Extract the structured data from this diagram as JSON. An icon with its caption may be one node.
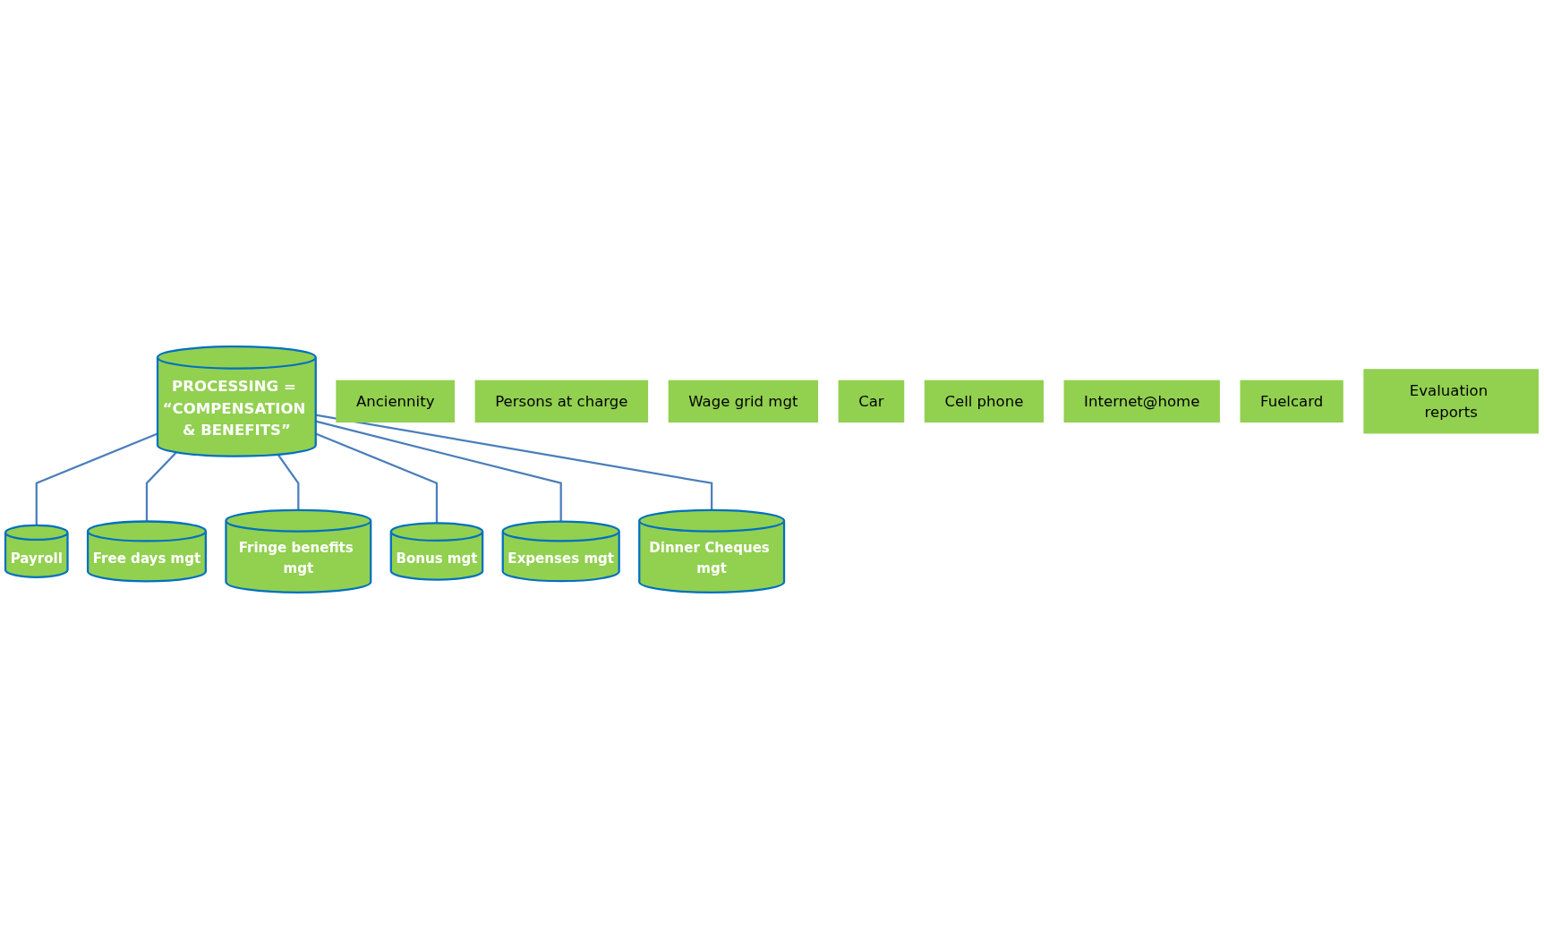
{
  "diagram": {
    "nodes": [
      {
        "text": [
          "PROCESSING = “COMPENSATION & BENEFITS”"
        ]
      },
      {
        "text": [
          "Payroll"
        ]
      },
      {
        "text": [
          "Free days mgt"
        ]
      },
      {
        "text": [
          "Fringe benefits mgt"
        ]
      },
      {
        "text": [
          "Bonus mgt"
        ]
      },
      {
        "text": [
          "Expenses mgt"
        ]
      },
      {
        "text": [
          "Dinner Cheques mgt"
        ]
      },
      {
        "text": [
          "Anciennity"
        ]
      },
      {
        "text": [
          "Persons at charge"
        ]
      },
      {
        "text": [
          "Wage grid mgt"
        ]
      },
      {
        "text": [
          "Car"
        ]
      },
      {
        "text": [
          "Cell phone"
        ]
      },
      {
        "text": [
          "Internet@home"
        ]
      },
      {
        "text": [
          "Fuelcard"
        ]
      },
      {
        "text": [
          "Evaluation reports"
        ]
      }
    ],
    "edges": [
      {
        "from": 0,
        "to": 1,
        "arrow": "none"
      },
      {
        "from": 0,
        "to": 2,
        "arrow": "none"
      },
      {
        "from": 0,
        "to": 3,
        "arrow": "none"
      },
      {
        "from": 0,
        "to": 4,
        "arrow": "none"
      },
      {
        "from": 0,
        "to": 5,
        "arrow": "none"
      },
      {
        "from": 0,
        "to": 6,
        "arrow": "none"
      }
    ]
  }
}
